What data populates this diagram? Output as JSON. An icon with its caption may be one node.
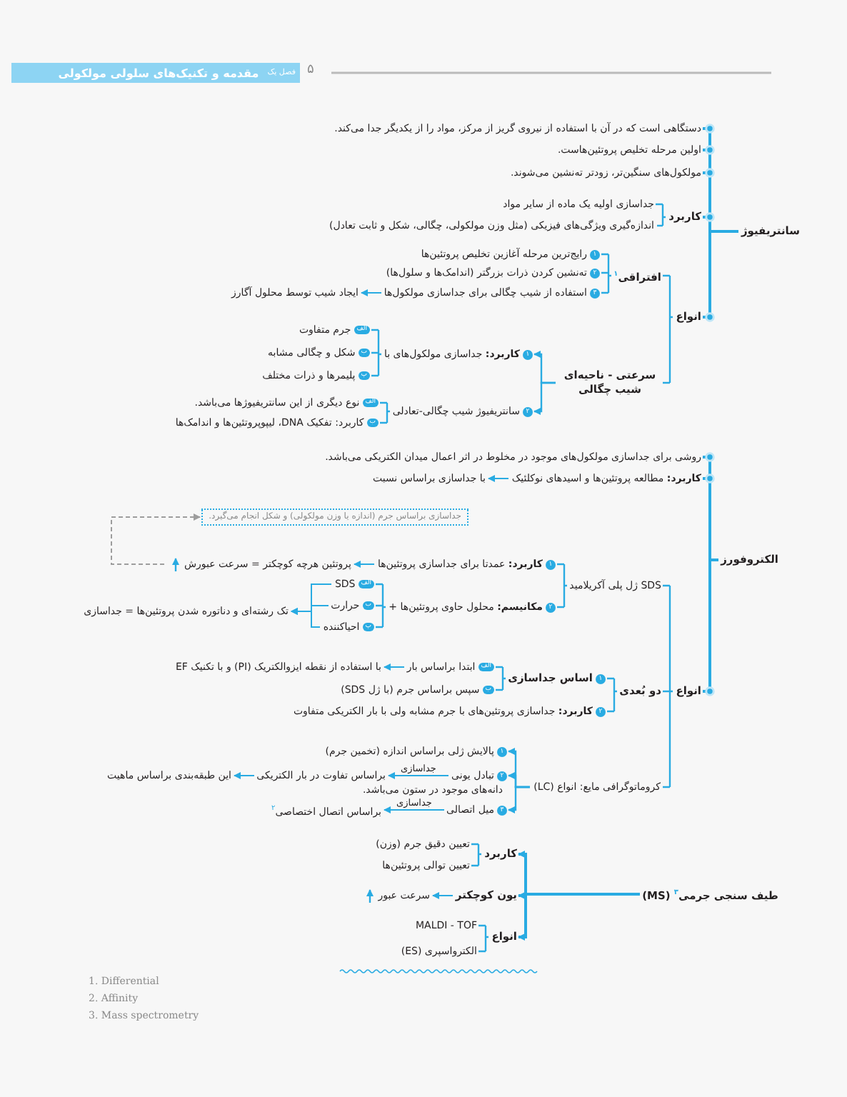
{
  "diagram": {
    "nodes": [
      {
        "text": [
          "سانتریفیوژ"
        ]
      },
      {
        "text": [
          "دستگاهی است که در آن با استفاده از نیروی گریز از مرکز، مواد را از یکدیگر جدا می‌کند."
        ]
      },
      {
        "text": [
          "اولین مرحله تخلیص پروتئین‌هاست."
        ]
      },
      {
        "text": [
          "مولکول‌های سنگین‌تر، زودتر ته‌نشین می‌شوند."
        ]
      },
      {
        "text": [
          "کاربرد"
        ]
      },
      {
        "text": [
          "جداسازی اولیه یک ماده از سایر مواد"
        ]
      },
      {
        "text": [
          "اندازه‌گیری ویژگی‌های فیزیکی (مثل وزن مولکولی، چگالی، شکل و ثابت تعادل)"
        ]
      },
      {
        "text": [
          "انواع"
        ]
      },
      {
        "text": [
          "افتراقی$^{۱}$"
        ]
      },
      {
        "text": [
          "۱",
          "رایج‌ترین مرحله آغازین تخلیص پروتئین‌ها"
        ]
      },
      {
        "text": [
          "۲",
          "ته‌نشین کردن ذرات بزرگتر (اندامک‌ها و سلول‌ها)"
        ]
      },
      {
        "text": [
          "۳",
          "استفاده از شیب چگالی برای جداسازی مولکول‌ها"
        ]
      },
      {
        "text": [
          "ایجاد شیب توسط محلول آگارز"
        ]
      },
      {
        "text": [
          "سرعتی - ناحیه‌ای شیب چگالی"
        ]
      },
      {
        "text": [
          "۱",
          "**کاربرد:** جداسازی مولکول‌های با"
        ]
      },
      {
        "text": [
          "الف",
          "جرم متفاوت"
        ]
      },
      {
        "text": [
          "ب",
          "شکل و چگالی مشابه"
        ]
      },
      {
        "text": [
          "پ",
          "پلیمرها و ذرات مختلف"
        ]
      },
      {
        "text": [
          "۲",
          "سانتریفیوژ شیب چگالی-تعادلی"
        ]
      },
      {
        "text": [
          "الف",
          "نوع دیگری از این سانتریفیوژها می‌باشد."
        ]
      },
      {
        "text": [
          "ب",
          "کاربرد: تفکیک DNA، لیپوپروتئین‌ها و اندامک‌ها"
        ]
      },
      {
        "text": [
          "الکتروفورز"
        ]
      },
      {
        "text": [
          "روشی برای جداسازی مولکول‌های موجود در مخلوط در اثر اعمال میدان الکتریکی می‌باشد."
        ]
      },
      {
        "text": [
          "**کاربرد:** مطالعه پروتئین‌ها و اسیدهای نوکلئیک"
        ]
      },
      {
        "text": [
          "با جداسازی براساس نسبت"
        ]
      },
      {
        "text": [
          "انواع"
        ]
      },
      {
        "text": [
          "SDS ژل پلی آکریلامید"
        ]
      },
      {
        "text": [
          "۱",
          "**کاربرد:** عمدتا برای جداسازی پروتئین‌ها"
        ]
      },
      {
        "text": [
          "پروتئین هرچه کوچکتر = سرعت عبورش"
        ]
      },
      {
        "text": [
          "جداسازی براساس جرم (اندازه یا وزن مولکولی) و شکل انجام می‌گیرد."
        ]
      },
      {
        "text": [
          "۲",
          "**مکانیسم:** محلول حاوی پروتئین‌ها +"
        ]
      },
      {
        "text": [
          "الف",
          "SDS"
        ]
      },
      {
        "text": [
          "ب",
          "حرارت"
        ]
      },
      {
        "text": [
          "پ",
          "احیاکننده"
        ]
      },
      {
        "text": [
          "تک رشته‌ای و دناتوره شدن پروتئین‌ها = جداسازی"
        ]
      },
      {
        "text": [
          "دو بُعدی"
        ]
      },
      {
        "text": [
          "۱",
          "اساس جداسازی"
        ]
      },
      {
        "text": [
          "الف",
          "ابتدا براساس بار"
        ]
      },
      {
        "text": [
          "با استفاده از نقطه ایزوالکتریک (PI) و با تکنیک EF"
        ]
      },
      {
        "text": [
          "ب",
          "سپس براساس جرم (با ژل SDS)"
        ]
      },
      {
        "text": [
          "۲",
          "**کاربرد:** جداسازی پروتئین‌های با جرم مشابه ولی با بار الکتریکی متفاوت"
        ]
      },
      {
        "text": [
          "کروماتوگرافی مایع: انواع (LC)"
        ]
      },
      {
        "text": [
          "۱",
          "پالایش ژلی براساس اندازه (تخمین جرم)"
        ]
      },
      {
        "text": [
          "۲",
          "تبادل یونی"
        ]
      },
      {
        "text": [
          "براساس تفاوت در بار الکتریکی"
        ]
      },
      {
        "text": [
          "این طبقه‌بندی براساس ماهیت دانه‌های موجود در ستون می‌باشد."
        ]
      },
      {
        "text": [
          "۳",
          "میل اتصالی"
        ]
      },
      {
        "text": [
          "براساس اتصال اختصاصی$^{۲}$"
        ]
      },
      {
        "text": [
          "طیف سنجی جرمی$^{۳}$ (MS)"
        ]
      },
      {
        "text": [
          "کاربرد"
        ]
      },
      {
        "text": [
          "تعیین دقیق جرم (وزن)"
        ]
      },
      {
        "text": [
          "تعیین توالی پروتئین‌ها"
        ]
      },
      {
        "text": [
          "یون کوچکتر"
        ]
      },
      {
        "text": [
          "سرعت عبور"
        ]
      },
      {
        "text": [
          "انواع"
        ]
      },
      {
        "text": [
          "MALDI - TOF"
        ]
      },
      {
        "text": [
          "الکترواسپری (ES)"
        ]
      }
    ],
    "edges": [
      {
        "from": 0,
        "to": 1,
        "arrow": "other"
      },
      {
        "from": 0,
        "to": 2,
        "arrow": "other"
      },
      {
        "from": 0,
        "to": 3,
        "arrow": "other"
      },
      {
        "from": 0,
        "to": 4,
        "arrow": "other"
      },
      {
        "from": 0,
        "to": 7,
        "arrow": "other"
      },
      {
        "from": 4,
        "to": 5,
        "arrow": "none"
      },
      {
        "from": 4,
        "to": 6,
        "arrow": "none"
      },
      {
        "from": 7,
        "to": 8,
        "arrow": "none"
      },
      {
        "from": 7,
        "to": 13,
        "arrow": "none"
      },
      {
        "from": 8,
        "to": 9,
        "arrow": "none"
      },
      {
        "from": 8,
        "to": 10,
        "arrow": "none"
      },
      {
        "from": 8,
        "to": 11,
        "arrow": "none"
      },
      {
        "from": 11,
        "to": 12,
        "arrow": "to"
      },
      {
        "from": 13,
        "to": 14,
        "arrow": "to"
      },
      {
        "from": 13,
        "to": 18,
        "arrow": "to"
      },
      {
        "from": 14,
        "to": 15,
        "arrow": "none"
      },
      {
        "from": 14,
        "to": 16,
        "arrow": "none"
      },
      {
        "from": 14,
        "to": 17,
        "arrow": "none"
      },
      {
        "from": 18,
        "to": 19,
        "arrow": "none"
      },
      {
        "from": 18,
        "to": 20,
        "arrow": "none"
      },
      {
        "from": 21,
        "to": 22,
        "arrow": "other"
      },
      {
        "from": 21,
        "to": 23,
        "arrow": "other"
      },
      {
        "from": 21,
        "to": 25,
        "arrow": "other"
      },
      {
        "from": 23,
        "to": 24,
        "arrow": "to"
      },
      {
        "from": 25,
        "to": 26,
        "arrow": "none"
      },
      {
        "from": 25,
        "to": 35,
        "arrow": "none"
      },
      {
        "from": 25,
        "to": 41,
        "arrow": "none"
      },
      {
        "from": 26,
        "to": 27,
        "arrow": "none"
      },
      {
        "from": 26,
        "to": 30,
        "arrow": "none"
      },
      {
        "from": 27,
        "to": 28,
        "arrow": "to"
      },
      {
        "from": 28,
        "to": 29,
        "arrow": "to",
        "style": "dashed",
        "color": "#9d9d9d"
      },
      {
        "from": 30,
        "to": 31,
        "arrow": "none"
      },
      {
        "from": 30,
        "to": 32,
        "arrow": "none"
      },
      {
        "from": 30,
        "to": 33,
        "arrow": "none"
      },
      {
        "from": 31,
        "to": 34,
        "arrow": "to"
      },
      {
        "from": 32,
        "to": 34,
        "arrow": "to"
      },
      {
        "from": 33,
        "to": 34,
        "arrow": "to"
      },
      {
        "from": 35,
        "to": 36,
        "arrow": "none"
      },
      {
        "from": 35,
        "to": 40,
        "arrow": "none"
      },
      {
        "from": 36,
        "to": 37,
        "arrow": "none"
      },
      {
        "from": 36,
        "to": 39,
        "arrow": "none"
      },
      {
        "from": 37,
        "to": 38,
        "arrow": "to"
      },
      {
        "from": 41,
        "to": 42,
        "arrow": "to"
      },
      {
        "from": 41,
        "to": 43,
        "arrow": "to"
      },
      {
        "from": 41,
        "to": 46,
        "arrow": "to"
      },
      {
        "from": 43,
        "to": 44,
        "arrow": "to",
        "label": "جداسازی"
      },
      {
        "from": 44,
        "to": 45,
        "arrow": "to"
      },
      {
        "from": 46,
        "to": 47,
        "arrow": "to",
        "label": "جداسازی"
      },
      {
        "from": 48,
        "to": 49,
        "arrow": "to"
      },
      {
        "from": 48,
        "to": 52,
        "arrow": "to"
      },
      {
        "from": 48,
        "to": 54,
        "arrow": "to"
      },
      {
        "from": 49,
        "to": 50,
        "arrow": "none"
      },
      {
        "from": 49,
        "to": 51,
        "arrow": "none"
      },
      {
        "from": 52,
        "to": 53,
        "arrow": "to"
      },
      {
        "from": 54,
        "to": 55,
        "arrow": "none"
      },
      {
        "from": 54,
        "to": 56,
        "arrow": "none"
      }
    ],
    "labels": [
      "مقدمه و تکنیک‌های سلولی مولکولی",
      "فصل یک",
      "۵",
      "1. Differential",
      "2. Affinity",
      "3. Mass spectrometry"
    ]
  }
}
